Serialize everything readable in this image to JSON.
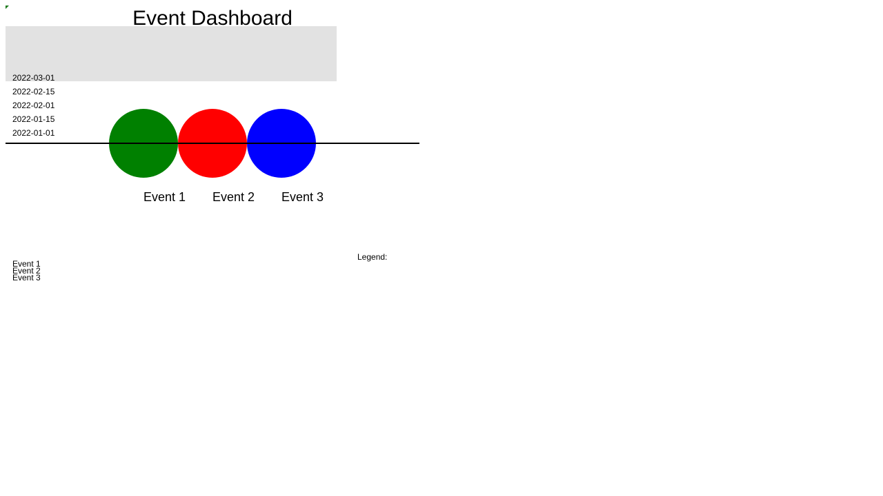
{
  "title": "Event Dashboard",
  "colors": {
    "header_band": "#e2e2e2",
    "axis": "#000000",
    "corner_mark": "#1a7a1a"
  },
  "dates": [
    "2022-03-01",
    "2022-02-15",
    "2022-02-01",
    "2022-01-15",
    "2022-01-01"
  ],
  "events": [
    {
      "label": "Event 1",
      "color": "#008000"
    },
    {
      "label": "Event 2",
      "color": "#ff0000"
    },
    {
      "label": "Event 3",
      "color": "#0000ff"
    }
  ],
  "legend": {
    "title": "Legend:",
    "items": [
      "Event 1",
      "Event 2",
      "Event 3"
    ]
  }
}
